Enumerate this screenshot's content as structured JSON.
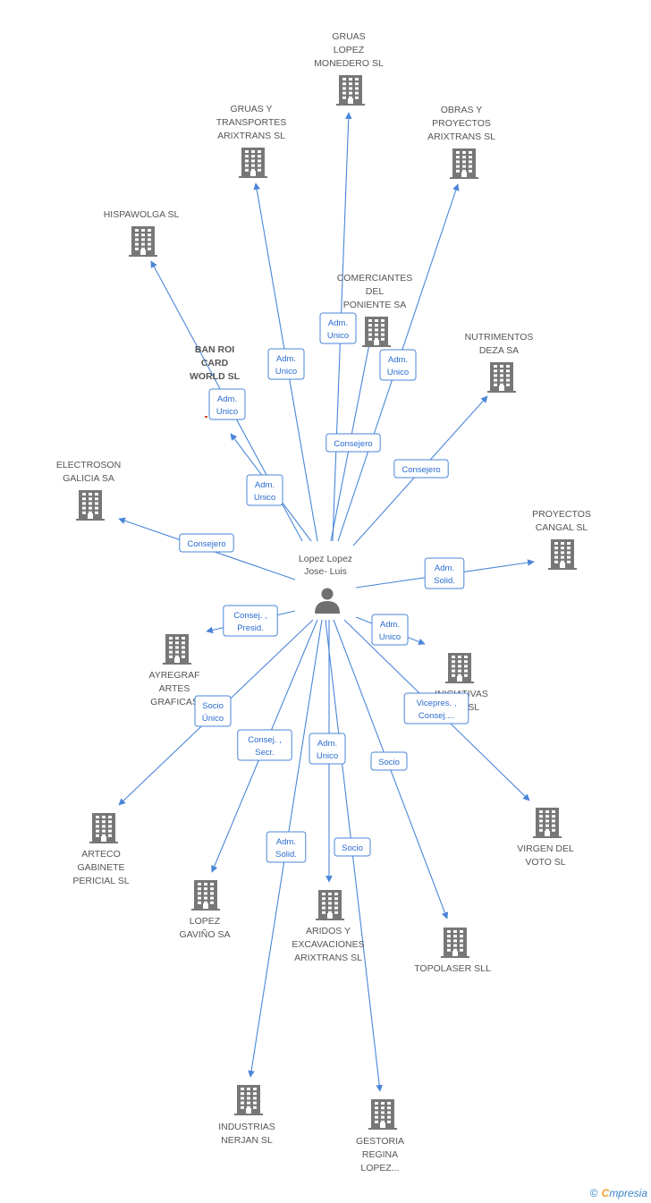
{
  "center": {
    "label": [
      "Lopez Lopez",
      "Jose-  Luis"
    ]
  },
  "nodes": [
    {
      "id": "gruas_lopez",
      "label": [
        "GRUAS",
        "LOPEZ",
        "MONEDERO SL"
      ]
    },
    {
      "id": "gruas_transportes",
      "label": [
        "GRUAS Y",
        "TRANSPORTES",
        "ARIXTRANS SL"
      ]
    },
    {
      "id": "obras",
      "label": [
        "OBRAS Y",
        "PROYECTOS",
        "ARIXTRANS SL"
      ]
    },
    {
      "id": "hispawolga",
      "label": [
        "HISPAWOLGA SL"
      ]
    },
    {
      "id": "comerciantes",
      "label": [
        "COMERCIANTES",
        "DEL",
        "PONIENTE SA"
      ]
    },
    {
      "id": "nutrimentos",
      "label": [
        "NUTRIMENTOS",
        "DEZA SA"
      ]
    },
    {
      "id": "banroi",
      "label": [
        "BAN ROI",
        "CARD",
        "WORLD SL"
      ]
    },
    {
      "id": "electroson",
      "label": [
        "ELECTROSON",
        "GALICIA SA"
      ]
    },
    {
      "id": "proyectos_cangal",
      "label": [
        "PROYECTOS",
        "CANGAL SL"
      ]
    },
    {
      "id": "ayregraf",
      "label": [
        "AYREGRAF",
        "ARTES",
        "GRAFICAS"
      ]
    },
    {
      "id": "iniciativas",
      "label": [
        "INICIATIVAS",
        "…RA SL"
      ]
    },
    {
      "id": "virgen",
      "label": [
        "VIRGEN DEL",
        "VOTO SL"
      ]
    },
    {
      "id": "arteco",
      "label": [
        "ARTECO",
        "GABINETE",
        "PERICIAL SL"
      ]
    },
    {
      "id": "lopez_gavino",
      "label": [
        "LOPEZ",
        "GAVIÑO SA"
      ]
    },
    {
      "id": "aridos",
      "label": [
        "ARIDOS Y",
        "EXCAVACIONES",
        "ARIXTRANS SL"
      ]
    },
    {
      "id": "topolaser",
      "label": [
        "TOPOLASER SLL"
      ]
    },
    {
      "id": "industrias",
      "label": [
        "INDUSTRIAS",
        "NERJAN SL"
      ]
    },
    {
      "id": "gestoria",
      "label": [
        "GESTORIA",
        "REGINA",
        "LOPEZ..."
      ]
    }
  ],
  "edges": [
    {
      "to": "gruas_lopez",
      "label": [
        "Adm.",
        "Unico"
      ]
    },
    {
      "to": "gruas_transportes",
      "label": [
        "Adm.",
        "Unico"
      ]
    },
    {
      "to": "obras",
      "label": [
        "Adm.",
        "Unico"
      ]
    },
    {
      "to": "hispawolga",
      "label": [
        "Adm.",
        "Unico"
      ]
    },
    {
      "to": "comerciantes",
      "label": [
        "Consejero"
      ]
    },
    {
      "to": "nutrimentos",
      "label": [
        "Consejero"
      ]
    },
    {
      "to": "banroi",
      "label": [
        "Adm.",
        "Unico"
      ]
    },
    {
      "to": "electroson",
      "label": [
        "Consejero"
      ]
    },
    {
      "to": "proyectos_cangal",
      "label": [
        "Adm.",
        "Solid."
      ]
    },
    {
      "to": "ayregraf",
      "label": [
        "Consej. ,",
        "Presid."
      ]
    },
    {
      "to": "iniciativas",
      "label": [
        "Adm.",
        "Unico"
      ]
    },
    {
      "to": "virgen",
      "label": [
        "Vicepres. ,",
        "Consej...."
      ]
    },
    {
      "to": "arteco",
      "label": [
        "Socio",
        "Único"
      ]
    },
    {
      "to": "lopez_gavino",
      "label": [
        "Consej. ,",
        "Secr."
      ]
    },
    {
      "to": "aridos",
      "label": [
        "Adm.",
        "Unico"
      ]
    },
    {
      "to": "topolaser",
      "label": [
        "Socio"
      ]
    },
    {
      "to": "industrias",
      "label": [
        "Adm.",
        "Solid."
      ]
    },
    {
      "to": "gestoria",
      "label": [
        "Socio"
      ]
    }
  ],
  "footer": {
    "copyright": "©",
    "brand_first": "C",
    "brand_rest": "mpresia"
  },
  "colors": {
    "edge": "#4a86d8",
    "icon": "#777777",
    "text": "#555555"
  }
}
